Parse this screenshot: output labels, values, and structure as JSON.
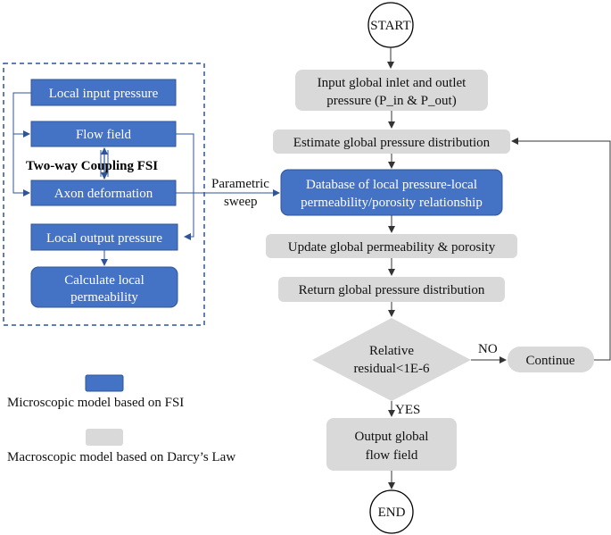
{
  "start": "START",
  "end": "END",
  "micro": {
    "local_input_pressure": "Local input pressure",
    "flow_field": "Flow field",
    "coupling": "Two-way Coupling FSI",
    "axon_deformation": "Axon deformation",
    "local_output_pressure": "Local output pressure",
    "calc_perm_1": "Calculate local",
    "calc_perm_2": "permeability"
  },
  "parametric_1": "Parametric",
  "parametric_2": "sweep",
  "macro": {
    "input_1": "Input global inlet and outlet",
    "input_2": "pressure (P_in & P_out)",
    "estimate": "Estimate global pressure distribution",
    "database_1": "Database of local pressure-local",
    "database_2": "permeability/porosity relationship",
    "update": "Update global permeability & porosity",
    "return": "Return global pressure distribution",
    "decision_1": "Relative",
    "decision_2": "residual<1E-6",
    "no": "NO",
    "continue": "Continue",
    "yes": "YES",
    "output_1": "Output global",
    "output_2": "flow field"
  },
  "legend": {
    "micro": "Microscopic model based on FSI",
    "macro": "Macroscopic model based on Darcy’s Law"
  },
  "colors": {
    "micro_fill": "#4472c4",
    "macro_fill": "#d9d9d9",
    "dashed_frame": "#2f5597"
  }
}
